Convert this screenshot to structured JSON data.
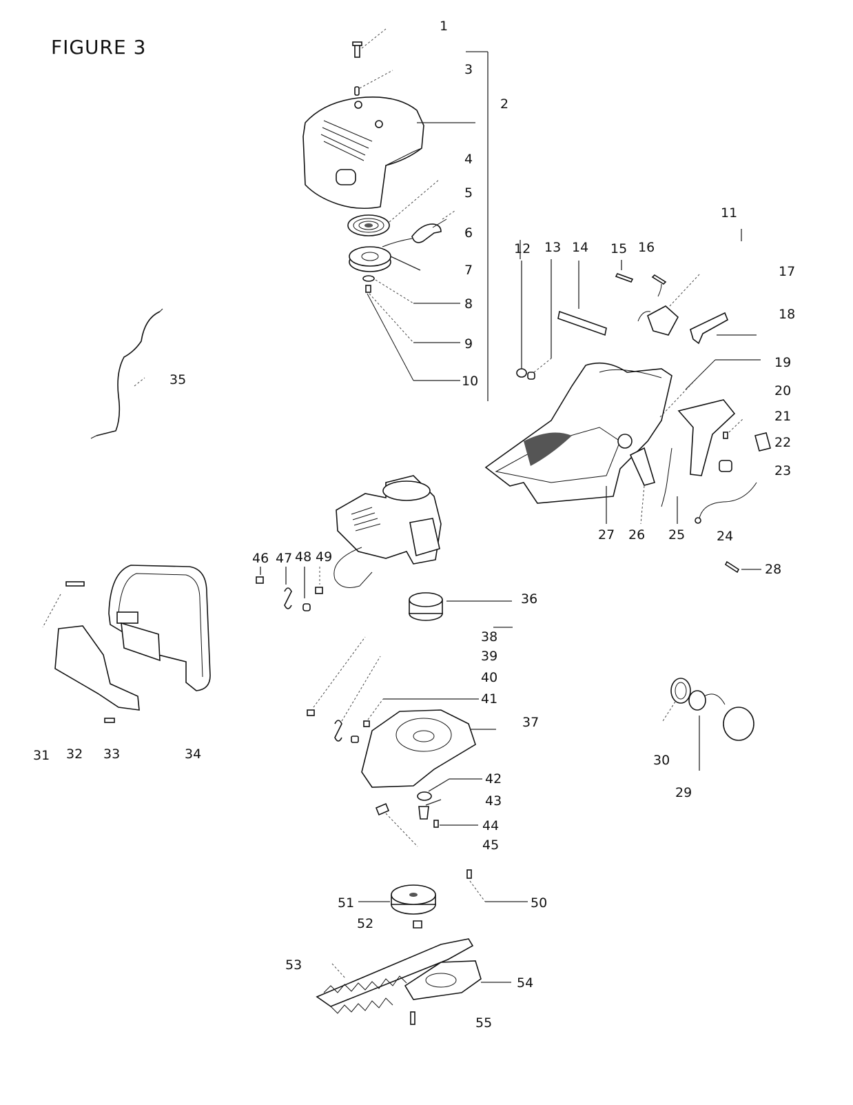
{
  "figure_title": "FIGURE 3",
  "callouts": [
    "1",
    "2",
    "3",
    "4",
    "5",
    "6",
    "7",
    "8",
    "9",
    "10",
    "11",
    "12",
    "13",
    "14",
    "15",
    "16",
    "17",
    "18",
    "19",
    "20",
    "21",
    "22",
    "23",
    "24",
    "25",
    "26",
    "27",
    "28",
    "29",
    "30",
    "31",
    "32",
    "33",
    "34",
    "35",
    "36",
    "37",
    "38",
    "39",
    "40",
    "41",
    "42",
    "43",
    "44",
    "45",
    "46",
    "47",
    "48",
    "49",
    "50",
    "51",
    "52",
    "53",
    "54",
    "55"
  ],
  "parts": [
    "bolt",
    "starter-cover",
    "recoil-spring",
    "starter-handle",
    "pulley",
    "washer",
    "screw",
    "throttle-cable",
    "rear-handle-housing",
    "trigger",
    "throttle-lever",
    "handle-grip",
    "spring-pin",
    "fuel-line",
    "ignition-switch",
    "engine",
    "clutch-drum",
    "gear-housing",
    "hand-guard",
    "front-handle",
    "fuel-cap",
    "gear",
    "blade-assembly",
    "blade-cover-plate"
  ]
}
